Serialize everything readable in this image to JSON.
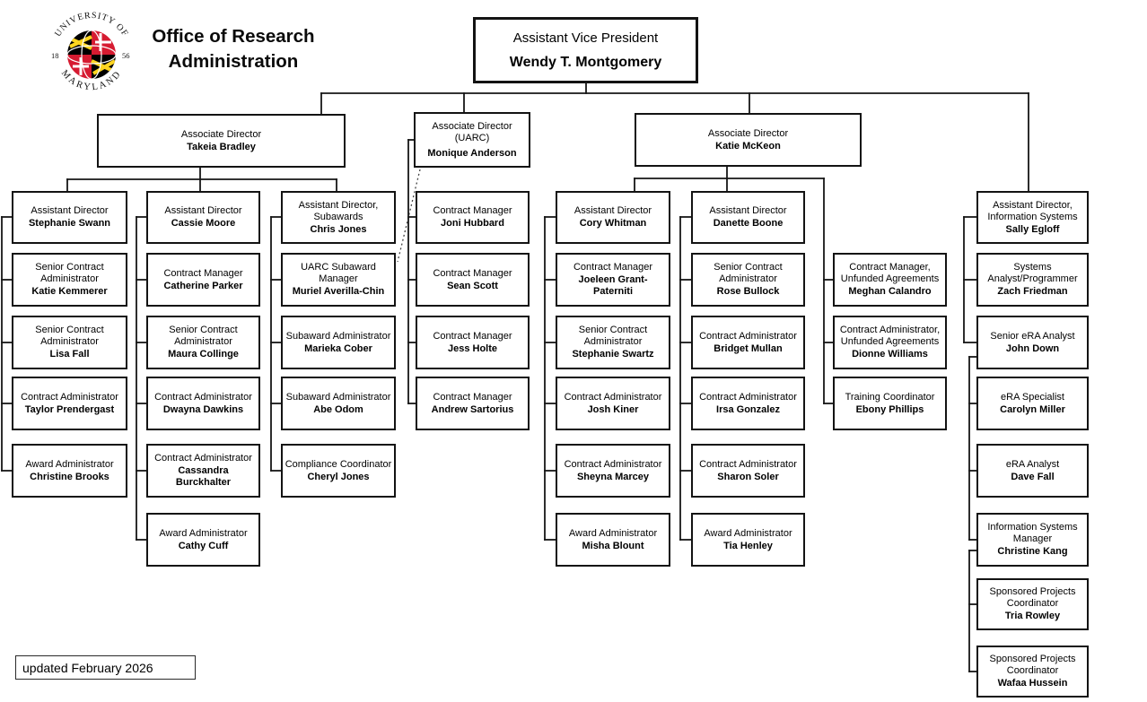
{
  "logo": {
    "arc_top": "UNIVERSITY OF",
    "arc_bottom": "MARYLAND",
    "year_left": "18",
    "year_right": "56",
    "colors": {
      "red": "#d61b31",
      "gold": "#ffd520",
      "black": "#000000"
    }
  },
  "org_title": {
    "line1": "Office of Research",
    "line2": "Administration"
  },
  "footer": {
    "updated": "updated February 2026"
  },
  "boxes": [
    {
      "id": "avp",
      "title": "Assistant Vice President",
      "name": "Wendy T. Montgomery"
    },
    {
      "id": "ad_bradley",
      "title": "Associate Director",
      "name": "Takeia Bradley",
      "reports_to": "avp"
    },
    {
      "id": "ad_anderson",
      "title": "Associate Director (UARC)",
      "name": "Monique Anderson",
      "reports_to": "avp"
    },
    {
      "id": "ad_mckeon",
      "title": "Associate Director",
      "name": "Katie McKeon",
      "reports_to": "avp"
    },
    {
      "id": "swann",
      "title": "Assistant Director",
      "name": "Stephanie Swann",
      "reports_to": "ad_bradley"
    },
    {
      "id": "kemmerer",
      "title": "Senior Contract Administrator",
      "name": "Katie Kemmerer",
      "reports_to": "swann"
    },
    {
      "id": "lisa_fall",
      "title": "Senior Contract Administrator",
      "name": "Lisa Fall",
      "reports_to": "swann"
    },
    {
      "id": "prendergast",
      "title": "Contract Administrator",
      "name": "Taylor Prendergast",
      "reports_to": "swann"
    },
    {
      "id": "brooks",
      "title": "Award Administrator",
      "name": "Christine Brooks",
      "reports_to": "swann"
    },
    {
      "id": "moore",
      "title": "Assistant Director",
      "name": "Cassie Moore",
      "reports_to": "ad_bradley"
    },
    {
      "id": "parker",
      "title": "Contract Manager",
      "name": "Catherine Parker",
      "reports_to": "moore"
    },
    {
      "id": "collinge",
      "title": "Senior Contract Administrator",
      "name": "Maura Collinge",
      "reports_to": "moore"
    },
    {
      "id": "dawkins",
      "title": "Contract Administrator",
      "name": "Dwayna Dawkins",
      "reports_to": "moore"
    },
    {
      "id": "burckhalter",
      "title": "Contract Administrator",
      "name": "Cassandra Burckhalter",
      "reports_to": "moore"
    },
    {
      "id": "cuff",
      "title": "Award Administrator",
      "name": "Cathy Cuff",
      "reports_to": "moore"
    },
    {
      "id": "chris_jones",
      "title": "Assistant Director, Subawards",
      "name": "Chris Jones",
      "reports_to": "ad_bradley"
    },
    {
      "id": "averilla",
      "title": "UARC Subaward Manager",
      "name": "Muriel Averilla-Chin",
      "reports_to": "chris_jones",
      "dotted_reports_to": "ad_anderson"
    },
    {
      "id": "cober",
      "title": "Subaward Administrator",
      "name": "Marieka Cober",
      "reports_to": "chris_jones"
    },
    {
      "id": "odom",
      "title": "Subaward Administrator",
      "name": "Abe Odom",
      "reports_to": "chris_jones"
    },
    {
      "id": "cheryl_jones",
      "title": "Compliance Coordinator",
      "name": "Cheryl Jones",
      "reports_to": "chris_jones"
    },
    {
      "id": "hubbard",
      "title": "Contract Manager",
      "name": "Joni Hubbard",
      "reports_to": "ad_anderson"
    },
    {
      "id": "scott",
      "title": "Contract Manager",
      "name": "Sean Scott",
      "reports_to": "ad_anderson"
    },
    {
      "id": "holte",
      "title": "Contract Manager",
      "name": "Jess Holte",
      "reports_to": "ad_anderson"
    },
    {
      "id": "sartorius",
      "title": "Contract Manager",
      "name": "Andrew Sartorius",
      "reports_to": "ad_anderson"
    },
    {
      "id": "whitman",
      "title": "Assistant Director",
      "name": "Cory Whitman",
      "reports_to": "ad_mckeon"
    },
    {
      "id": "grant_paterniti",
      "title": "Contract Manager",
      "name": "Joeleen Grant-Paterniti",
      "reports_to": "whitman"
    },
    {
      "id": "swartz",
      "title": "Senior Contract Administrator",
      "name": "Stephanie Swartz",
      "reports_to": "whitman"
    },
    {
      "id": "kiner",
      "title": "Contract Administrator",
      "name": "Josh Kiner",
      "reports_to": "whitman"
    },
    {
      "id": "marcey",
      "title": "Contract Administrator",
      "name": "Sheyna Marcey",
      "reports_to": "whitman"
    },
    {
      "id": "blount",
      "title": "Award Administrator",
      "name": "Misha Blount",
      "reports_to": "whitman"
    },
    {
      "id": "boone",
      "title": "Assistant Director",
      "name": "Danette Boone",
      "reports_to": "ad_mckeon"
    },
    {
      "id": "bullock",
      "title": "Senior Contract Administrator",
      "name": "Rose Bullock",
      "reports_to": "boone"
    },
    {
      "id": "mullan",
      "title": "Contract Administrator",
      "name": "Bridget Mullan",
      "reports_to": "boone"
    },
    {
      "id": "gonzalez",
      "title": "Contract Administrator",
      "name": "Irsa Gonzalez",
      "reports_to": "boone"
    },
    {
      "id": "soler",
      "title": "Contract Administrator",
      "name": "Sharon Soler",
      "reports_to": "boone"
    },
    {
      "id": "henley",
      "title": "Award Administrator",
      "name": "Tia Henley",
      "reports_to": "boone"
    },
    {
      "id": "calandro",
      "title": "Contract Manager, Unfunded Agreements",
      "name": "Meghan Calandro",
      "reports_to": "ad_mckeon"
    },
    {
      "id": "williams",
      "title": "Contract Administrator, Unfunded Agreements",
      "name": "Dionne Williams",
      "reports_to": "ad_mckeon"
    },
    {
      "id": "phillips",
      "title": "Training Coordinator",
      "name": "Ebony Phillips",
      "reports_to": "ad_mckeon"
    },
    {
      "id": "egloff",
      "title": "Assistant Director, Information Systems",
      "name": "Sally Egloff",
      "reports_to": "avp"
    },
    {
      "id": "friedman",
      "title": "Systems Analyst/Programmer",
      "name": "Zach Friedman",
      "reports_to": "egloff"
    },
    {
      "id": "down",
      "title": "Senior eRA Analyst",
      "name": "John Down",
      "reports_to": "egloff"
    },
    {
      "id": "miller",
      "title": "eRA Specialist",
      "name": "Carolyn Miller",
      "reports_to": "down"
    },
    {
      "id": "dave_fall",
      "title": "eRA Analyst",
      "name": "Dave Fall",
      "reports_to": "down"
    },
    {
      "id": "kang",
      "title": "Information Systems Manager",
      "name": "Christine Kang",
      "reports_to": "down"
    },
    {
      "id": "rowley",
      "title": "Sponsored Projects Coordinator",
      "name": "Tria Rowley",
      "reports_to": "kang"
    },
    {
      "id": "hussein",
      "title": "Sponsored Projects Coordinator",
      "name": "Wafaa Hussein",
      "reports_to": "kang"
    }
  ]
}
